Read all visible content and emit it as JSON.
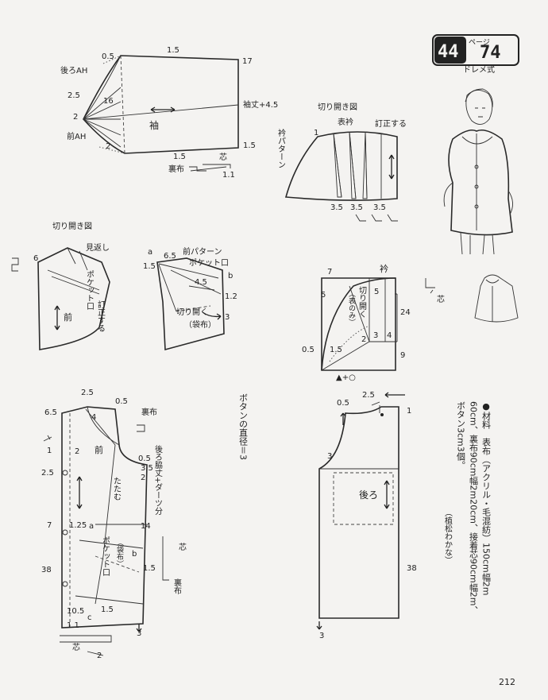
{
  "header": {
    "ref_number": "44",
    "ref_unit": "ページ",
    "pattern_number": "74",
    "method": "ドレメ式"
  },
  "page_number": "212",
  "sleeve": {
    "label_back_ah": "後ろAH",
    "label_front_ah": "前AH",
    "label_center": "袖",
    "label_length": "袖丈+4.5",
    "label_lining": "裏布",
    "label_interfacing": "芯",
    "nums": {
      "n05": "0.5",
      "n15a": "1.5",
      "n17": "17",
      "n25": "2.5",
      "n16": "16",
      "n2a": "2",
      "n2b": "2",
      "n15b": "1.5",
      "n15c": "1.5",
      "n11": "1.1"
    }
  },
  "collar_slash": {
    "title": "切り開き図",
    "label_top": "表衿",
    "label_true": "訂正する",
    "label_pattern": "衿パターン",
    "n1": "1",
    "n35a": "3.5",
    "n35b": "3.5",
    "n35c": "3.5"
  },
  "front_slash": {
    "title": "切り開き図",
    "label_facing": "見返し",
    "label_pocket": "ポケット口",
    "label_true": "訂正する",
    "label_front": "前",
    "n6": "6"
  },
  "pocket": {
    "label_front_pattern": "前パターン",
    "label_pocket": "ポケット口",
    "label_slash": "切り開く",
    "label_fabric": "（袋布）",
    "a": "a",
    "b": "b",
    "n65": "6.5",
    "n15": "1.5",
    "n45": "4.5",
    "n12": "1.2",
    "n3": "3"
  },
  "collar_draft": {
    "label_collar": "衿",
    "label_slash": "切り開く",
    "label_outer": "（表のみ）",
    "label_interfacing": "芯",
    "n7": "7",
    "n5a": "5",
    "n5b": "5",
    "n24": "24",
    "n3": "3",
    "n4": "4",
    "n2": "2",
    "n05": "0.5",
    "n15": "1.5",
    "n9": "9",
    "marks": "▲+○"
  },
  "front": {
    "label_front": "前",
    "label_lining": "裏布",
    "label_fold": "たたむ",
    "label_pocket": "ポケット口",
    "label_fabric": "（袋布）",
    "label_interfacing": "芯",
    "label_back_width": "後ろ脇丈+ダーツ分",
    "n25top": "2.5",
    "n05a": "0.5",
    "n65": "6.5",
    "n4": "4",
    "n1": "1",
    "n2a": "2",
    "n05b": "0.5",
    "n35": "3.5",
    "n2b": "2",
    "n25": "2.5",
    "n7": "7",
    "n125": "1.25",
    "n14": "14",
    "n15a": "1.5",
    "n38": "38",
    "n105": "10.5",
    "n15b": "1.5",
    "n11": "1.1",
    "n3": "3",
    "n2c": "2",
    "a": "a",
    "b": "b",
    "c": "c",
    "label_lining2": "裏布",
    "label_interfacing2": "芯"
  },
  "button_note": "ボタンの直径＝3",
  "back": {
    "label_back": "後ろ",
    "n05": "0.5",
    "n25": "2.5",
    "n1": "1",
    "n3": "3",
    "n38": "38",
    "n3b": "3"
  },
  "materials": {
    "line1": "●材料　表布（アクリル・毛混紡）150cm幅2m",
    "line2": "60cm、裏布90cm幅2m20cm、接着芯90cm幅2m、",
    "line3": "ボタン3cm3個。",
    "line4": "（植松わかな）"
  }
}
